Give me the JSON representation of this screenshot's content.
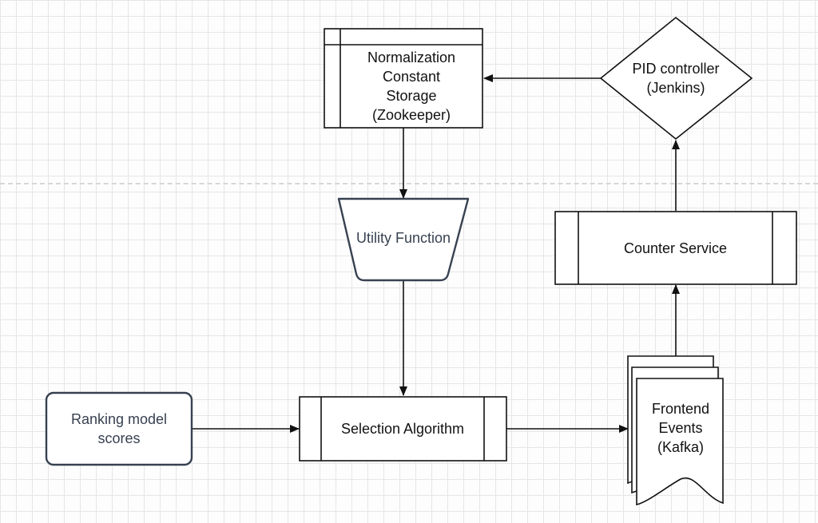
{
  "nodes": {
    "storage": {
      "label": "Normalization\nConstant\nStorage\n(Zookeeper)"
    },
    "pid": {
      "label": "PID controller\n(Jenkins)"
    },
    "utility": {
      "label": "Utility Function"
    },
    "counter": {
      "label": "Counter Service"
    },
    "ranking": {
      "label": "Ranking model\nscores"
    },
    "selection": {
      "label": "Selection Algorithm"
    },
    "events": {
      "label": "Frontend\nEvents\n(Kafka)"
    }
  },
  "edges": [
    {
      "from": "pid",
      "to": "storage"
    },
    {
      "from": "storage",
      "to": "utility"
    },
    {
      "from": "utility",
      "to": "selection"
    },
    {
      "from": "ranking",
      "to": "selection"
    },
    {
      "from": "selection",
      "to": "events"
    },
    {
      "from": "events",
      "to": "counter"
    },
    {
      "from": "counter",
      "to": "pid"
    }
  ],
  "colors": {
    "stroke": "#111111",
    "soft_stroke": "#374151",
    "grid": "#e6e6e6"
  }
}
